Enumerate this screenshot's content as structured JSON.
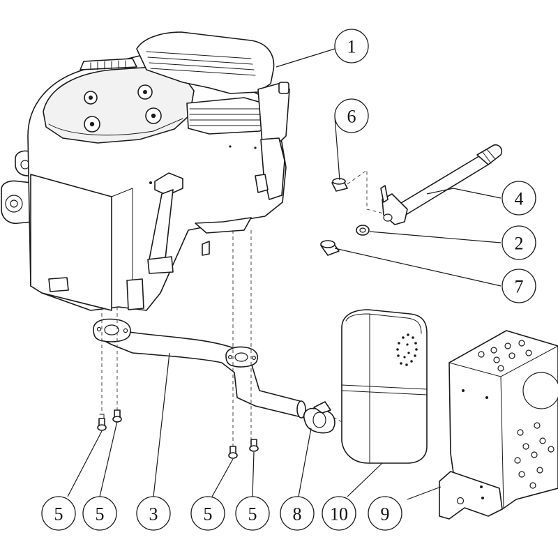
{
  "callouts": [
    {
      "id": "c1",
      "label": "1"
    },
    {
      "id": "c2",
      "label": "2"
    },
    {
      "id": "c3",
      "label": "3"
    },
    {
      "id": "c4",
      "label": "4"
    },
    {
      "id": "c5a",
      "label": "5"
    },
    {
      "id": "c5b",
      "label": "5"
    },
    {
      "id": "c5c",
      "label": "5"
    },
    {
      "id": "c5d",
      "label": "5"
    },
    {
      "id": "c6",
      "label": "6"
    },
    {
      "id": "c7",
      "label": "7"
    },
    {
      "id": "c8",
      "label": "8"
    },
    {
      "id": "c9",
      "label": "9"
    },
    {
      "id": "c10",
      "label": "10"
    }
  ]
}
